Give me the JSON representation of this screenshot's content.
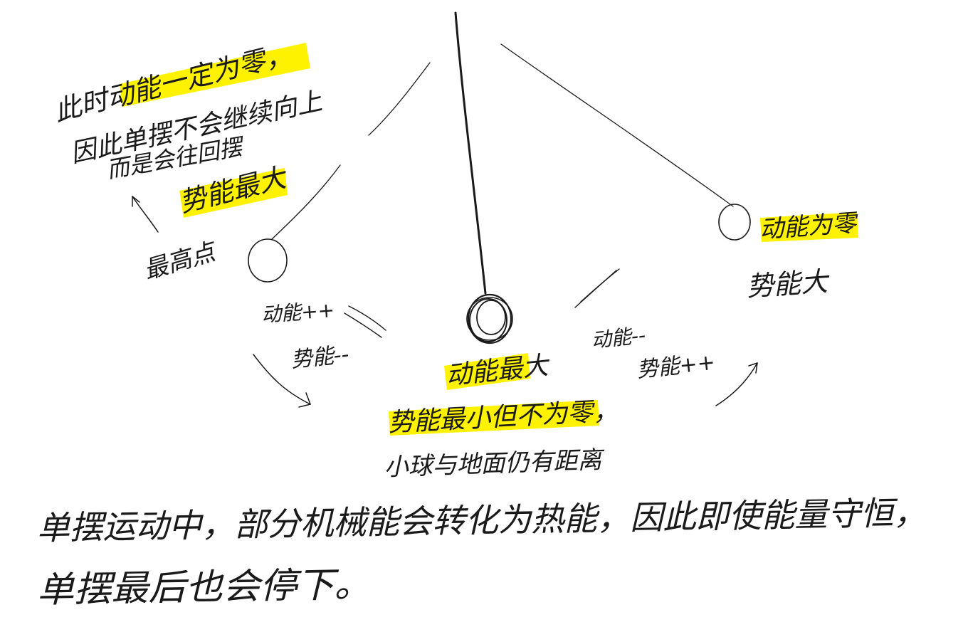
{
  "colors": {
    "ink": "#1a1a1a",
    "highlight": "#fff200",
    "background": "#ffffff"
  },
  "notes": {
    "left_line1": "此时动能一定为零，",
    "left_line2": "因此单摆不会继续向上",
    "left_line3": "而是会往回摆",
    "left_potential": "势能最大",
    "left_highest": "最高点",
    "left_arrow_kinetic": "动能++",
    "left_arrow_potential": "势能--",
    "bottom_kinetic": "动能最大",
    "bottom_potential": "势能最小但不为零，",
    "bottom_distance": "小球与地面仍有距离",
    "right_arrow_kinetic": "动能--",
    "right_arrow_potential": "势能++",
    "right_kinetic": "动能为零",
    "right_potential": "势能大",
    "conclusion_line1": "单摆运动中，部分机械能会转化为热能，因此即使能量守恒，",
    "conclusion_line2": "单摆最后也会停下。"
  },
  "highlighted": [
    "动能一定为零",
    "势能最大",
    "动能最大",
    "势能最小但不为零",
    "动能为零"
  ]
}
